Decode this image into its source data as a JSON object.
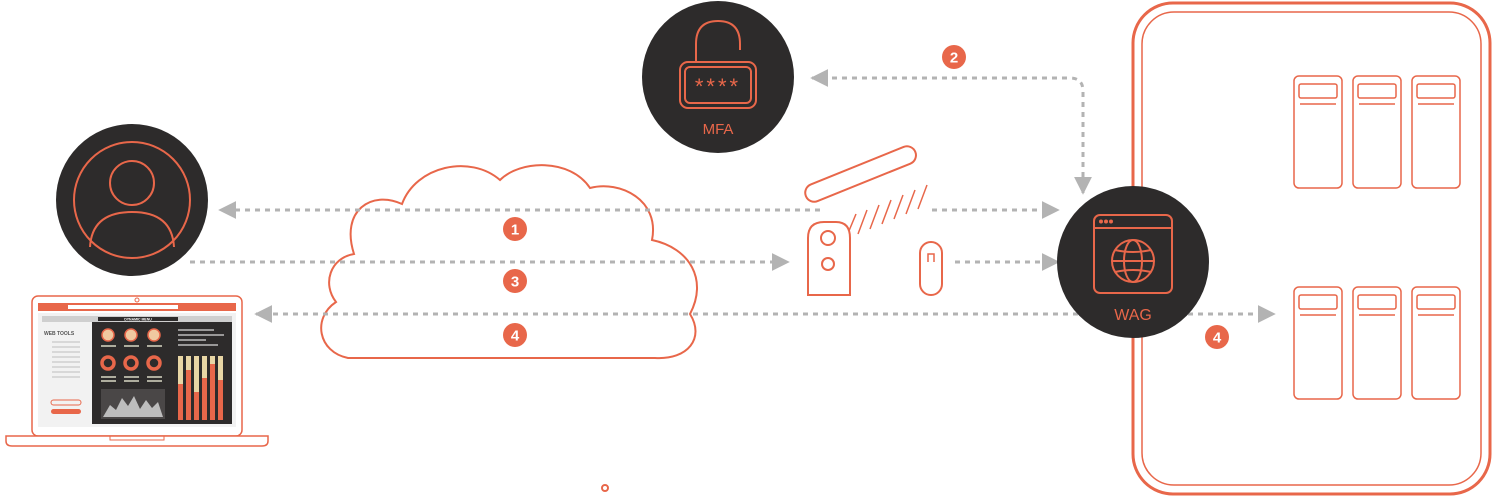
{
  "nodes": {
    "mfa": {
      "label": "MFA",
      "password_mask": "****"
    },
    "wag": {
      "label": "WAG"
    },
    "laptop": {
      "app_title": "WEB TOOLS",
      "header_bar": "DYNAMIC MENU"
    }
  },
  "steps": {
    "step1": "1",
    "step2": "2",
    "step3": "3",
    "step4_left": "4",
    "step4_right": "4"
  },
  "colors": {
    "accent": "#e8674a",
    "dark": "#2d2b2b",
    "arrow": "#b3b3b3",
    "white": "#ffffff"
  },
  "icons": [
    "user-icon",
    "lock-icon",
    "cloud-icon",
    "barrier-gate-icon",
    "globe-browser-icon",
    "server-icon",
    "laptop-icon"
  ]
}
